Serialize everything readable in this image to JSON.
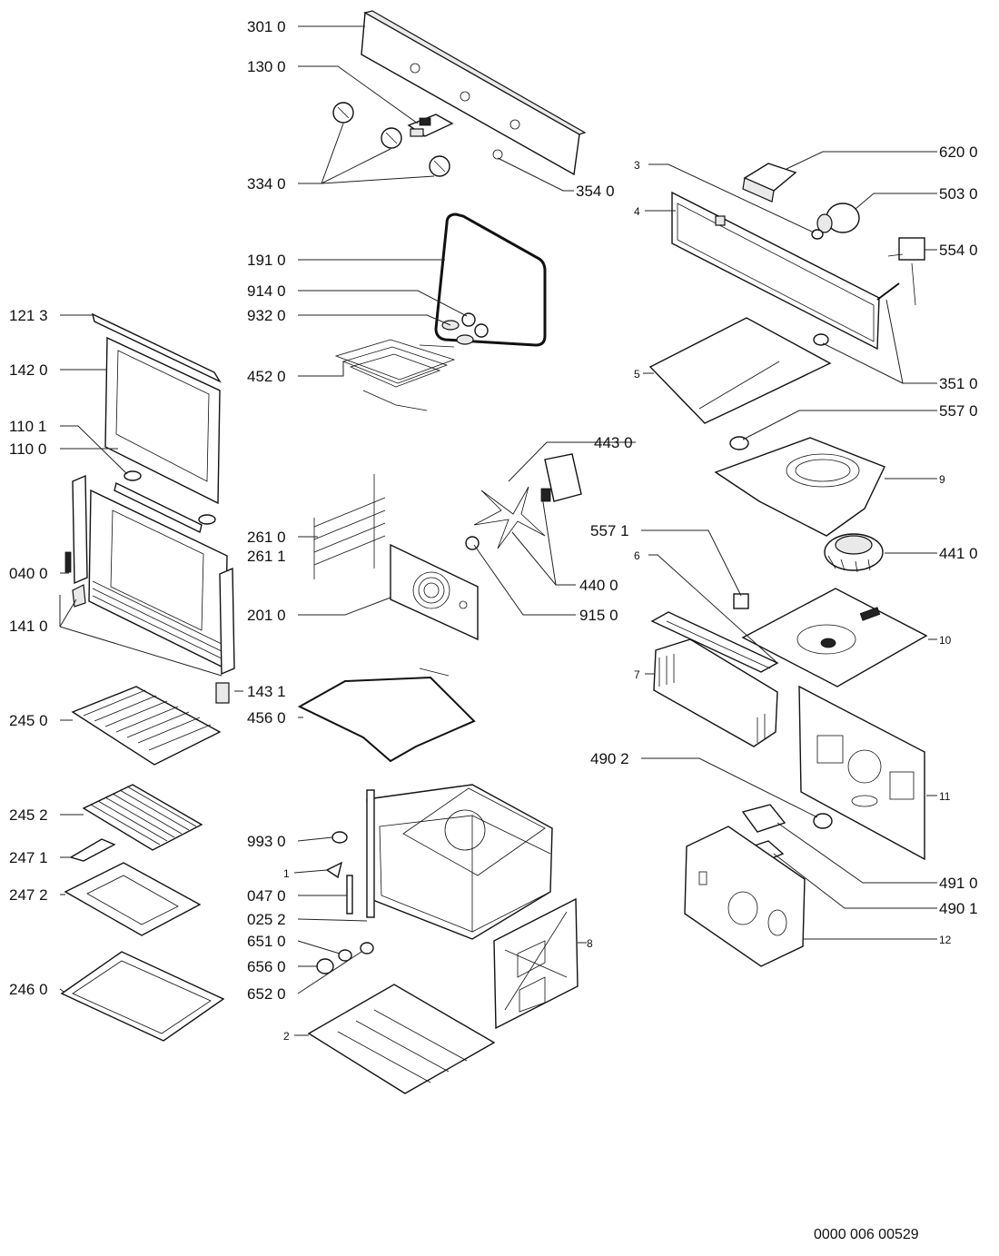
{
  "document_number": "0000 006 00529",
  "labels": {
    "p3010": "301 0",
    "p1300": "130 0",
    "p3340": "334 0",
    "p3540": "354 0",
    "p6200": "620 0",
    "p3": "3",
    "p4": "4",
    "p5030": "503 0",
    "p5540": "554 0",
    "p1910": "191 0",
    "p9140": "914 0",
    "p9320": "932 0",
    "p4520": "452 0",
    "p1213": "121 3",
    "p1420": "142 0",
    "p1101": "110 1",
    "p1100": "110 0",
    "p0400": "040 0",
    "p1410": "141 0",
    "p5": "5",
    "p3510": "351 0",
    "p5570": "557 0",
    "p4430": "443 0",
    "p9": "9",
    "p2610": "261 0",
    "p2611": "261 1",
    "p4410": "441 0",
    "p5571": "557 1",
    "p6": "6",
    "p4400": "440 0",
    "p2010": "201 0",
    "p9150": "915 0",
    "p10": "10",
    "p7": "7",
    "p1431": "143 1",
    "p2450": "245 0",
    "p4560": "456 0",
    "p4902": "490 2",
    "p11": "11",
    "p2452": "245 2",
    "p9930": "993 0",
    "p2471": "247 1",
    "p1": "1",
    "p2472": "247 2",
    "p0470": "047 0",
    "p4910": "491 0",
    "p4901": "490 1",
    "p0252": "025 2",
    "p8": "8",
    "p6510": "651 0",
    "p12": "12",
    "p6560": "656 0",
    "p2460": "246 0",
    "p6520": "652 0",
    "p2": "2"
  }
}
